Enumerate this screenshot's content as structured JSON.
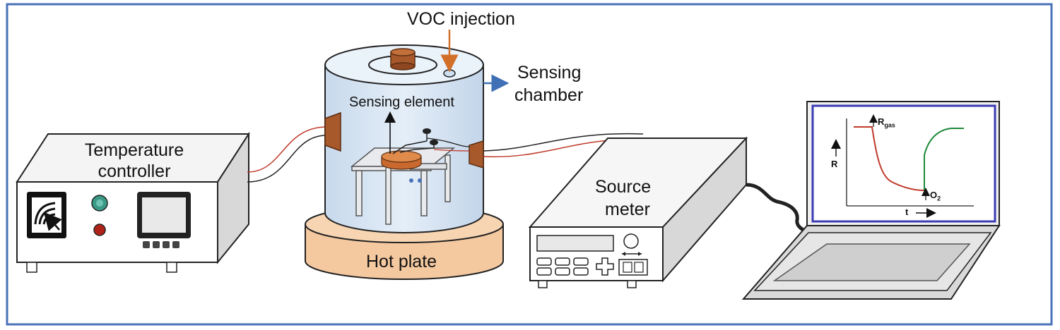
{
  "labels": {
    "voc_injection": "VOC injection",
    "sensing_chamber_line1": "Sensing",
    "sensing_chamber_line2": "chamber",
    "sensing_element": "Sensing element",
    "temperature_controller_line1": "Temperature",
    "temperature_controller_line2": "controller",
    "hot_plate": "Hot plate",
    "source_meter_line1": "Source",
    "source_meter_line2": "meter"
  },
  "screen_graph": {
    "y_axis_label": "R",
    "x_axis_label": "t",
    "rgas_label_main": "R",
    "rgas_label_sub": "gas",
    "o2_label_main": "O",
    "o2_label_sub": "2"
  },
  "colors": {
    "frame": "#4a72b8",
    "chamber_fill": "#d6e4f2",
    "hot_plate_fill": "#f5c9a0",
    "copper": "#a8592b",
    "red_curve": "#c0392b",
    "green_curve": "#1e8a3a",
    "screen_frame": "#3b3bb5",
    "wire_red": "#c0392b",
    "wire_black": "#222222",
    "voc_arrow": "#d2702a",
    "chamber_arrow": "#3f6fb5"
  },
  "icons": [
    "temperature-gauge-icon",
    "green-indicator-light",
    "red-indicator-light"
  ]
}
